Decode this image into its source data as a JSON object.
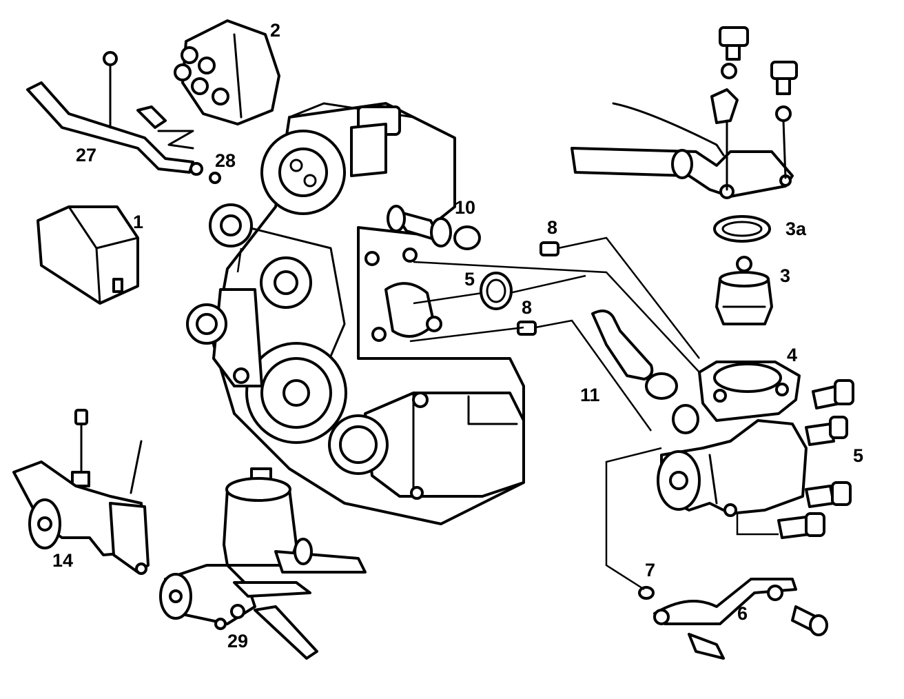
{
  "diagram": {
    "colors": {
      "ink": "#000000",
      "paper": "#ffffff"
    },
    "callouts": [
      {
        "id": "c1",
        "text": "1"
      },
      {
        "id": "c2",
        "text": "2"
      },
      {
        "id": "c3",
        "text": "3"
      },
      {
        "id": "c3a",
        "text": "3a"
      },
      {
        "id": "c4",
        "text": "4"
      },
      {
        "id": "c5a",
        "text": "5"
      },
      {
        "id": "c5b",
        "text": "5"
      },
      {
        "id": "c6",
        "text": "6"
      },
      {
        "id": "c7",
        "text": "7"
      },
      {
        "id": "c8a",
        "text": "8"
      },
      {
        "id": "c8b",
        "text": "8"
      },
      {
        "id": "c10",
        "text": "10"
      },
      {
        "id": "c11",
        "text": "11"
      },
      {
        "id": "c14",
        "text": "14"
      },
      {
        "id": "c27",
        "text": "27"
      },
      {
        "id": "c28",
        "text": "28"
      },
      {
        "id": "c29",
        "text": "29"
      }
    ]
  }
}
